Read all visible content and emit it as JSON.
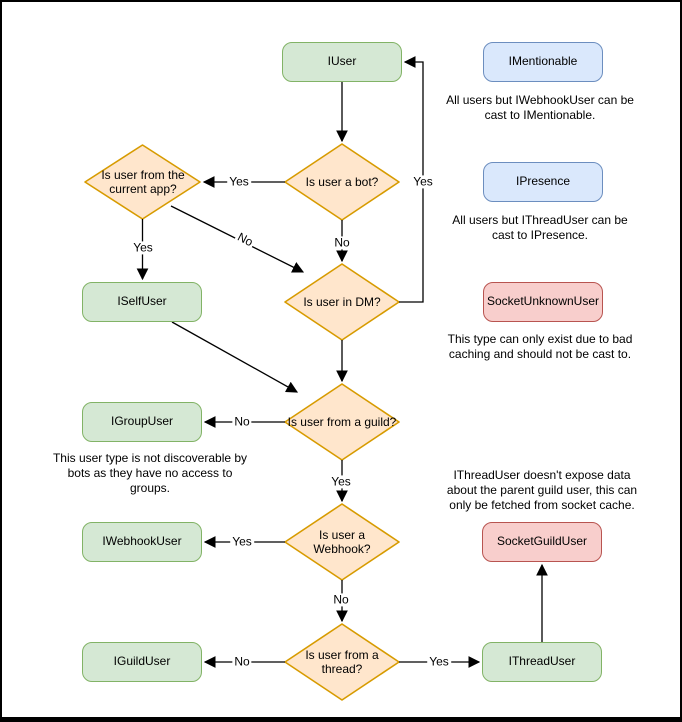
{
  "colors": {
    "bg": "#ffffff",
    "border": "#000000",
    "line": "#000000",
    "green-fill": "#d5e8d4",
    "green-stroke": "#82b366",
    "orange-fill": "#ffe6cc",
    "orange-stroke": "#d79b00",
    "blue-fill": "#dae8fc",
    "blue-stroke": "#6c8ebf",
    "red-fill": "#f8cecc",
    "red-stroke": "#b85450"
  },
  "nodes": {
    "iuser": "IUser",
    "imentionable": "IMentionable",
    "ipresence": "IPresence",
    "socket_unknown_user": "SocketUnknownUser",
    "iself_user": "ISelfUser",
    "igroup_user": "IGroupUser",
    "iwebhook_user": "IWebhookUser",
    "iguild_user": "IGuildUser",
    "ithread_user": "IThreadUser",
    "socket_guild_user": "SocketGuildUser"
  },
  "decisions": {
    "is_bot": "Is user a bot?",
    "is_current_app": "Is user from the current app?",
    "is_dm": "Is user in DM?",
    "is_guild": "Is user from a guild?",
    "is_webhook": "Is user a Webhook?",
    "is_thread": "Is user from a thread?"
  },
  "edge_labels": {
    "bot_yes": "Yes",
    "bot_no": "No",
    "app_yes": "Yes",
    "app_no": "No",
    "dm_yes": "Yes",
    "guild_yes": "Yes",
    "guild_no": "No",
    "webhook_yes": "Yes",
    "webhook_no": "No",
    "thread_yes": "Yes",
    "thread_no": "No"
  },
  "annotations": {
    "mentionable_note": "All users but IWebhookUser can be cast to IMentionable.",
    "presence_note": "All users but IThreadUser can be cast to IPresence.",
    "unknown_user_note": "This type can only exist due to bad caching and should not be cast to.",
    "group_user_note": "This user type is not discoverable by bots as they have no access to groups.",
    "thread_user_note": "IThreadUser doesn't expose data about the parent guild user, this can only be fetched from socket cache."
  }
}
